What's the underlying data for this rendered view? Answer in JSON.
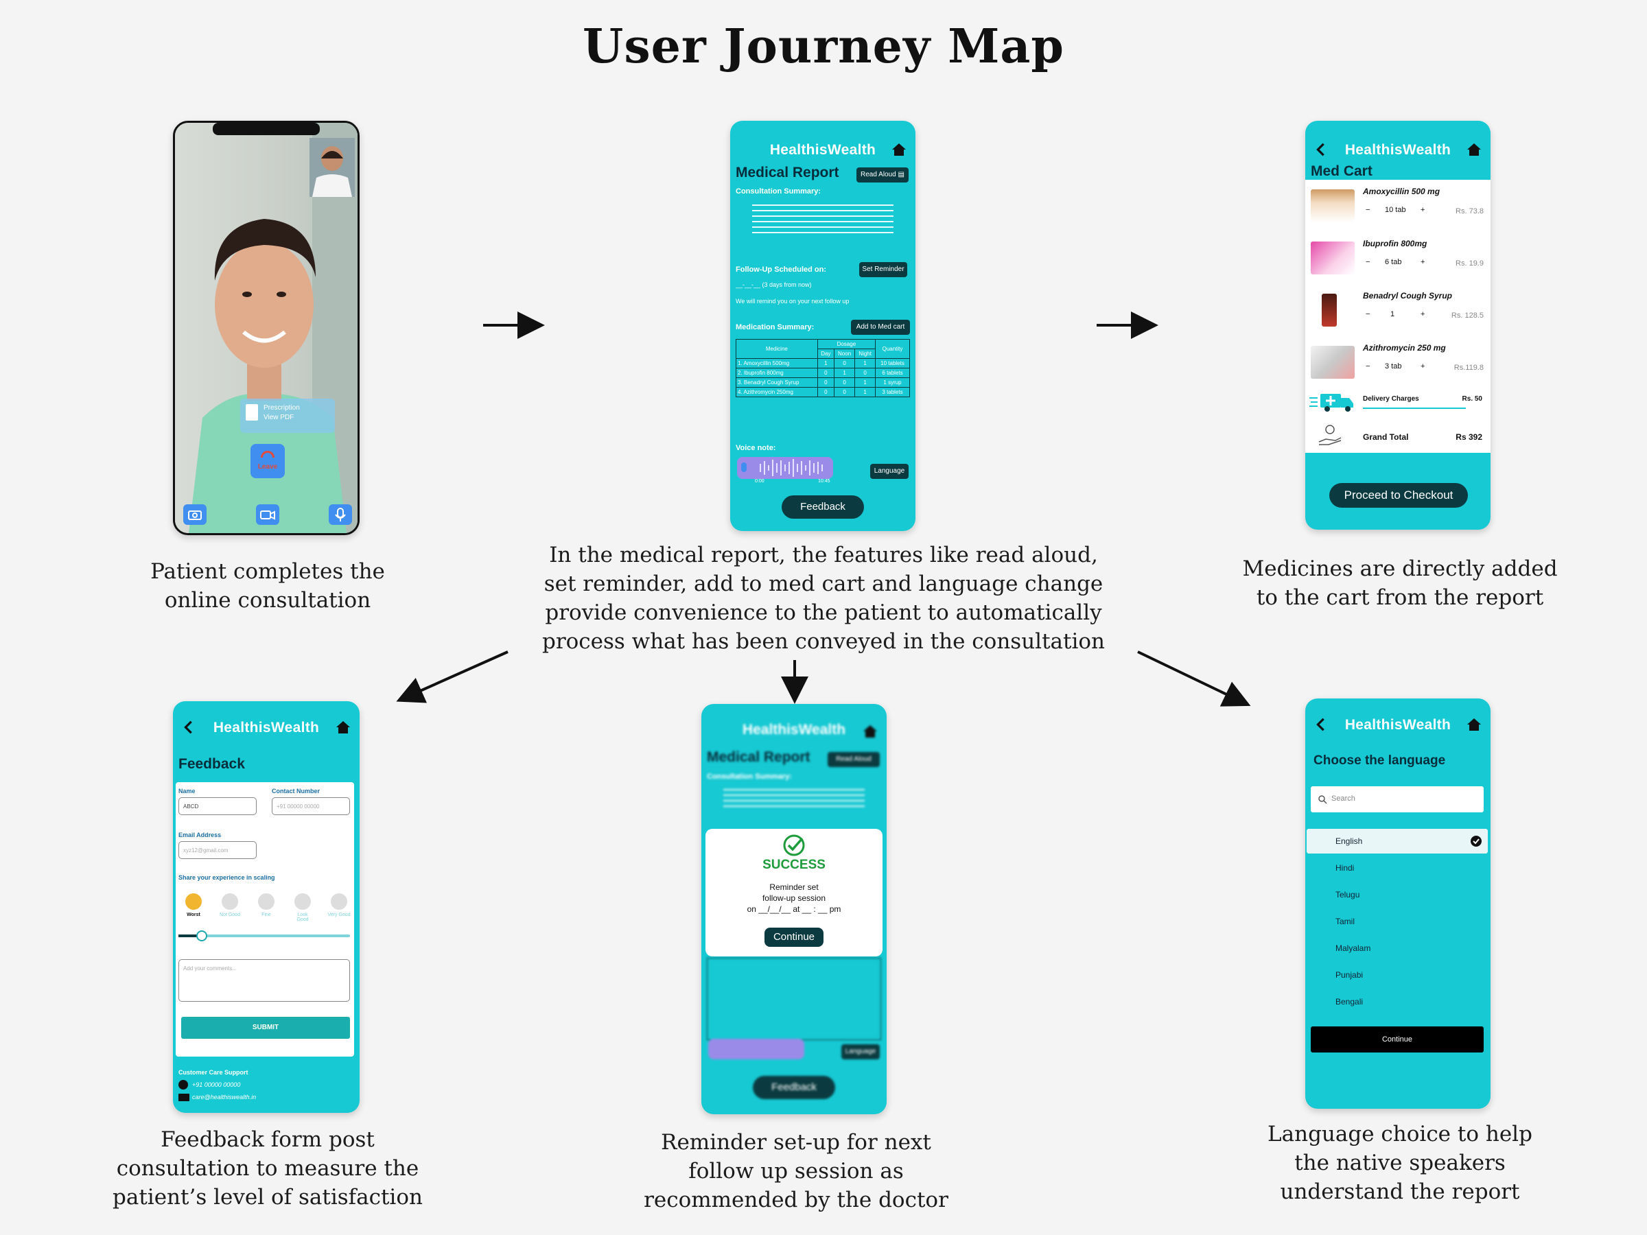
{
  "title": "User Journey Map",
  "app_name": "HealthisWealth",
  "captions": {
    "consult": [
      "Patient completes the",
      "online consultation"
    ],
    "report": [
      "In the medical report, the features like read aloud,",
      "set reminder, add to med cart and language change",
      "provide convenience to the patient to automatically",
      "process what has been conveyed in the consultation"
    ],
    "cart": [
      "Medicines are directly added",
      "to the cart from the report"
    ],
    "feedback": [
      "Feedback form post",
      "consultation to measure the",
      "patient’s level of satisfaction"
    ],
    "reminder": [
      "Reminder set-up for next",
      "follow up session as",
      "recommended by the doctor"
    ],
    "language": [
      "Language choice to help",
      "the native speakers",
      "understand the report"
    ]
  },
  "consult": {
    "prescription": "Prescription",
    "view_pdf": "View PDF",
    "leave": "Leave"
  },
  "report": {
    "heading": "Medical Report",
    "read_aloud": "Read Aloud",
    "consultation_summary": "Consultation Summary:",
    "follow_up_label": "Follow-Up Scheduled on:",
    "follow_up_date": "__-__-__ (3 days from now)",
    "reminder_note": "We will remind you on your next follow up",
    "set_reminder": "Set Reminder",
    "medication_summary": "Medication Summary:",
    "add_to_cart": "Add to Med cart",
    "table_headers": [
      "Medicine",
      "Dosage",
      "Quantity"
    ],
    "dosage_sub": [
      "Day",
      "Noon",
      "Night"
    ],
    "rows": [
      {
        "name": "1. Amoxycillin 500mg",
        "day": "1",
        "noon": "0",
        "night": "1",
        "qty": "10 tablets"
      },
      {
        "name": "2. Ibuprofin 800mg",
        "day": "0",
        "noon": "1",
        "night": "0",
        "qty": "6 tablets"
      },
      {
        "name": "3. Benadryl Cough Syrup",
        "day": "0",
        "noon": "0",
        "night": "1",
        "qty": "1 syrup"
      },
      {
        "name": "4. Azithromycin 250mg",
        "day": "0",
        "noon": "0",
        "night": "1",
        "qty": "3 tablets"
      }
    ],
    "voice_note": "Voice note:",
    "time_start": "0:00",
    "time_end": "10:45",
    "language": "Language",
    "feedback": "Feedback"
  },
  "cart": {
    "heading": "Med Cart",
    "items": [
      {
        "name": "Amoxycillin 500 mg",
        "qty": "10 tab",
        "price": "Rs. 73.8"
      },
      {
        "name": "Ibuprofin 800mg",
        "qty": "6 tab",
        "price": "Rs. 19.9"
      },
      {
        "name": "Benadryl Cough Syrup",
        "qty": "1",
        "price": "Rs. 128.5"
      },
      {
        "name": "Azithromycin  250 mg",
        "qty": "3 tab",
        "price": "Rs.119.8"
      }
    ],
    "delivery_label": "Delivery Charges",
    "delivery_value": "Rs. 50",
    "total_label": "Grand Total",
    "total_value": "Rs 392",
    "checkout": "Proceed to Checkout"
  },
  "feedback": {
    "heading": "Feedback",
    "name_label": "Name",
    "name_value": "ABCD",
    "contact_label": "Contact Number",
    "contact_placeholder": "+91 00000 00000",
    "email_label": "Email Address",
    "email_placeholder": "xyz12@gmail.com",
    "experience_label": "Share your experience in scaling",
    "ratings": [
      "Worst",
      "Not Good",
      "Fine",
      "Look Good",
      "Very Good"
    ],
    "comments_placeholder": "Add your comments...",
    "submit": "SUBMIT",
    "support_label": "Customer Care Support",
    "phone": "+91 00000 00000",
    "email": "care@healthiswealth.in"
  },
  "reminder": {
    "success": "SUCCESS",
    "line1": "Reminder set",
    "line2": "follow-up session",
    "line3": "on __/__/__ at __ : __ pm",
    "continue": "Continue"
  },
  "language": {
    "heading": "Choose the language",
    "search_placeholder": "Search",
    "options": [
      "English",
      "Hindi",
      "Telugu",
      "Tamil",
      "Malyalam",
      "Punjabi",
      "Bengali"
    ],
    "selected": "English",
    "continue": "Continue"
  },
  "colors": {
    "teal": "#17c9d3",
    "dark": "#0b3b40",
    "success": "#1e9c3c"
  }
}
